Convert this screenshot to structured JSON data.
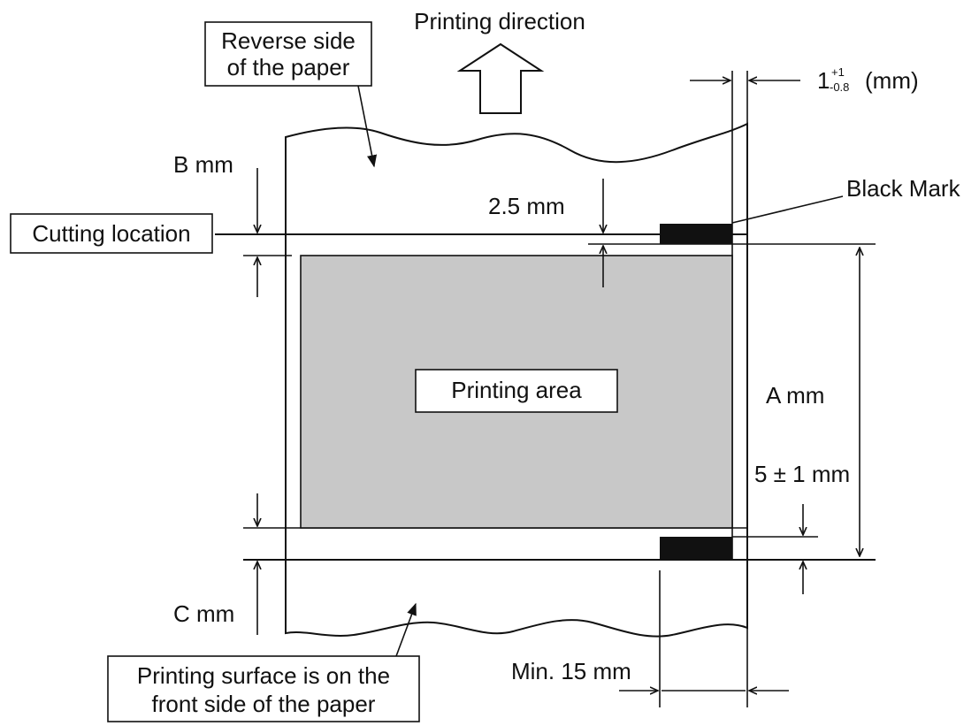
{
  "labels": {
    "printing_direction": "Printing direction",
    "reverse_side_line1": "Reverse side",
    "reverse_side_line2": "of the paper",
    "tolerance_base": "1",
    "tolerance_plus": "+1",
    "tolerance_minus": "-0.8",
    "tolerance_unit": "(mm)",
    "b_mm": "B mm",
    "black_mark": "Black Mark",
    "two_five_mm": "2.5 mm",
    "cutting_location": "Cutting location",
    "printing_area": "Printing area",
    "a_mm": "A mm",
    "five_pm_one_mm": "5 ± 1 mm",
    "c_mm": "C mm",
    "min_15_mm": "Min. 15 mm",
    "surface_line1": "Printing surface is on the",
    "surface_line2": "front side of the paper"
  },
  "colors": {
    "line": "#111111",
    "printing_area_fill": "#c8c8c8",
    "black_mark_fill": "#111111",
    "background": "#ffffff"
  }
}
